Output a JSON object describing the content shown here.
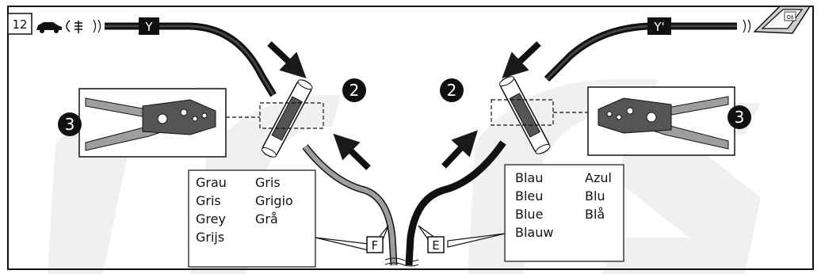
{
  "step": {
    "number": "12"
  },
  "labels": {
    "connector_left": "Y",
    "connector_right": "Y'",
    "wire_grey": "F",
    "wire_blue": "E"
  },
  "callouts": {
    "push_left": "2",
    "push_right": "2",
    "crimp_left": "3",
    "crimp_right": "3"
  },
  "icons": [
    "car-fog-light-icon",
    "fog-switch-icon",
    "crimping-pliers-icon",
    "direction-arrow-icon"
  ],
  "grey_names": {
    "col1": [
      "Grau",
      "Gris",
      "Grey",
      "Grijs"
    ],
    "col2": [
      "Gris",
      "Grigio",
      "Grå"
    ]
  },
  "blue_names": {
    "col1": [
      "Blau",
      "Bleu",
      "Blue",
      "Blauw"
    ],
    "col2": [
      "Azul",
      "Blu",
      "Blå"
    ]
  },
  "colors": {
    "grey_wire": "#9e9e9e",
    "black_wire": "#1a1a1a",
    "watermark": "#f0f0f0"
  }
}
